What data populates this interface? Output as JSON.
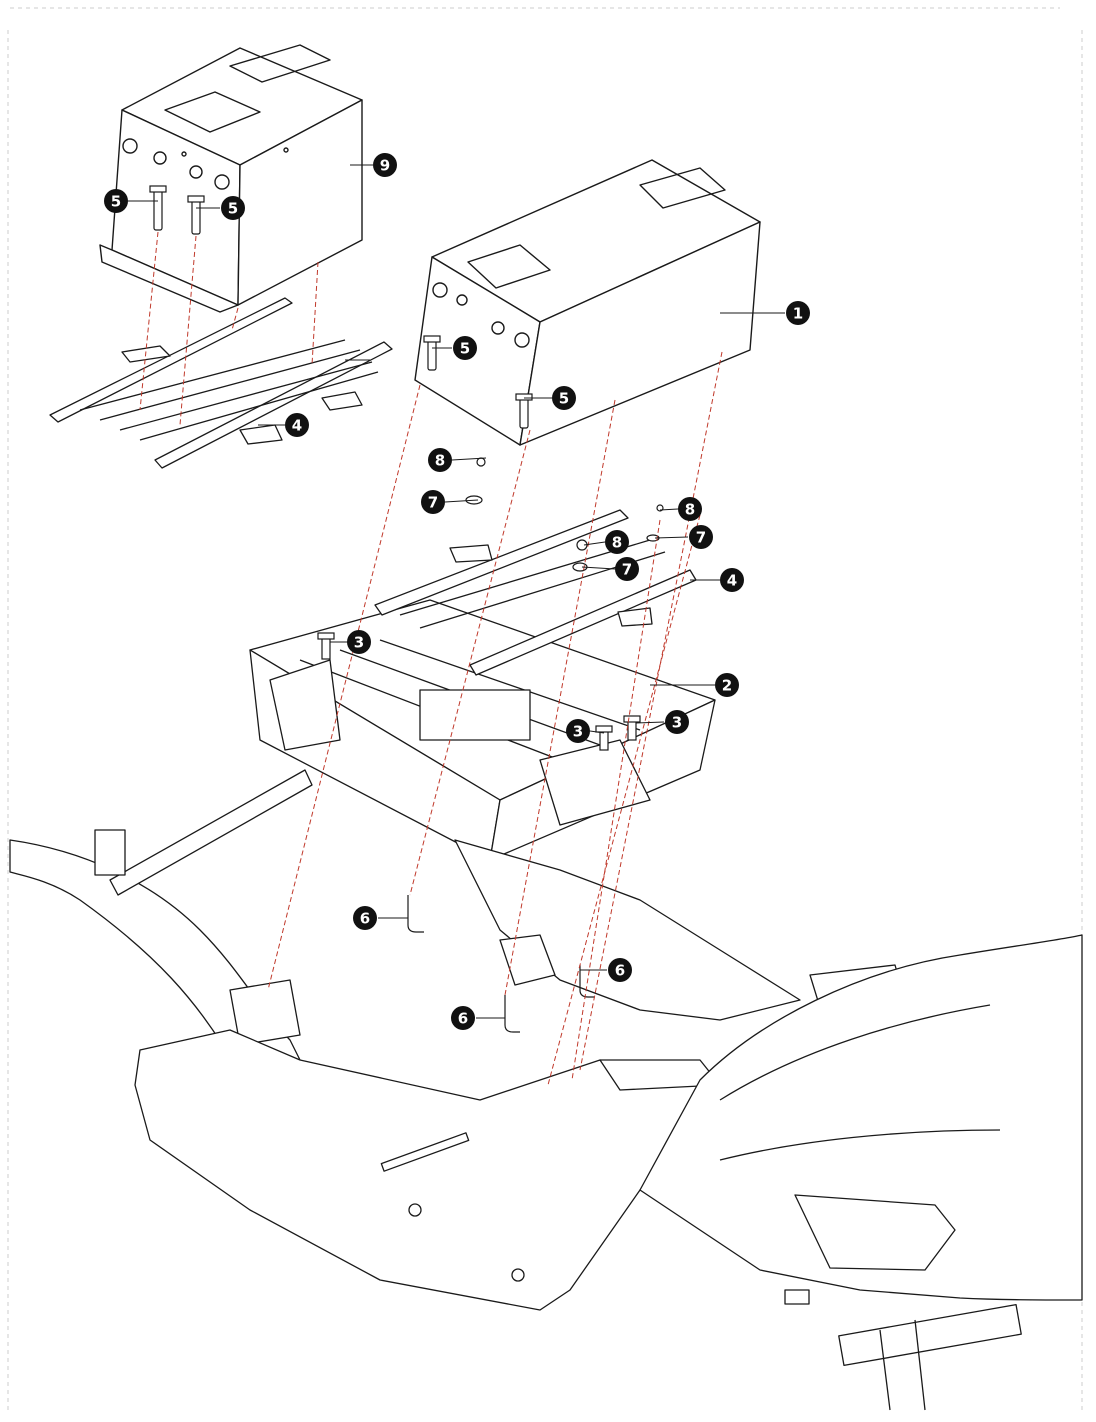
{
  "diagram": {
    "kind": "exploded-parts-view",
    "line_color": "#1a1a1a",
    "leader_color": "#c0392b",
    "callout_fill": "#111111",
    "callout_text_color": "#ffffff"
  },
  "callouts": [
    {
      "id": "c1",
      "label": "1"
    },
    {
      "id": "c2",
      "label": "2"
    },
    {
      "id": "c3a",
      "label": "3"
    },
    {
      "id": "c3b",
      "label": "3"
    },
    {
      "id": "c3c",
      "label": "3"
    },
    {
      "id": "c4a",
      "label": "4"
    },
    {
      "id": "c4b",
      "label": "4"
    },
    {
      "id": "c5a",
      "label": "5"
    },
    {
      "id": "c5b",
      "label": "5"
    },
    {
      "id": "c5c",
      "label": "5"
    },
    {
      "id": "c5d",
      "label": "5"
    },
    {
      "id": "c6a",
      "label": "6"
    },
    {
      "id": "c6b",
      "label": "6"
    },
    {
      "id": "c6c",
      "label": "6"
    },
    {
      "id": "c7a",
      "label": "7"
    },
    {
      "id": "c7b",
      "label": "7"
    },
    {
      "id": "c7c",
      "label": "7"
    },
    {
      "id": "c8a",
      "label": "8"
    },
    {
      "id": "c8b",
      "label": "8"
    },
    {
      "id": "c8c",
      "label": "8"
    },
    {
      "id": "c9",
      "label": "9"
    }
  ]
}
